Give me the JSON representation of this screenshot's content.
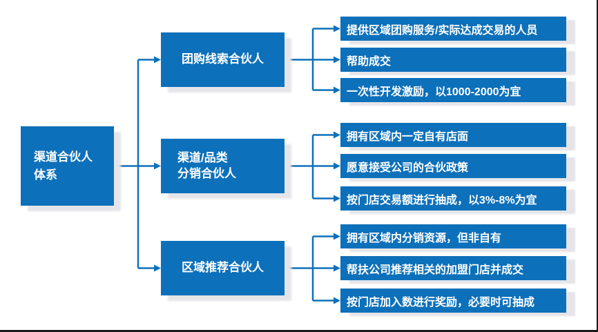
{
  "colors": {
    "node": "#0d70ba",
    "connector": "#0d70ba",
    "shadow": "#e5e5e9",
    "frame_border": "#1a1a1a",
    "background": "#ffffff",
    "text": "#ffffff"
  },
  "root": {
    "label": "渠道合伙人\n体系"
  },
  "branches": [
    {
      "label": "团购线索合伙人",
      "leaves": [
        "提供区域团购服务/实际达成交易的人员",
        "帮助成交",
        "一次性开发激励，以1000-2000为宜"
      ]
    },
    {
      "label": "渠道/品类\n分销合伙人",
      "leaves": [
        "拥有区域内一定自有店面",
        "愿意接受公司的合伙政策",
        "按门店交易额进行抽成，以3%-8%为宜"
      ]
    },
    {
      "label": "区域推荐合伙人",
      "leaves": [
        "拥有区域内分销资源，但非自有",
        "帮扶公司推荐相关的加盟门店并成交",
        "按门店加入数进行奖励，必要时可抽成"
      ]
    }
  ]
}
